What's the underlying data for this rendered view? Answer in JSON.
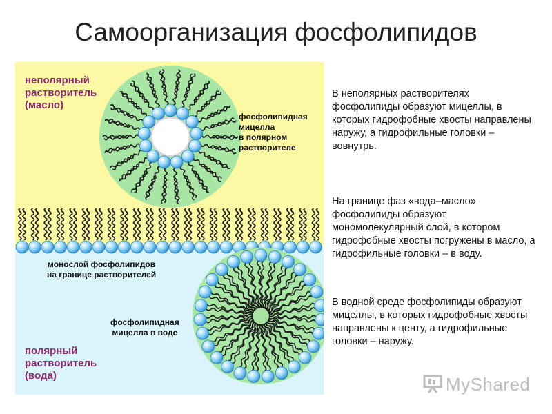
{
  "title": "Самоорганизация фосфолипидов",
  "figure": {
    "oil_label": "неполярный\nрастворитель\n(масло)",
    "water_label": "полярный\nрастворитель\n(вода)",
    "micelle_polar_label": "фосфолипидная\nмицелла\nв полярном\nрастворителе",
    "monolayer_label": "монослой фосфолипидов\nна границе растворителей",
    "micelle_water_label": "фосфолипидная\nмицелла в воде",
    "colors": {
      "oil": "#fcf8a4",
      "water": "#d9f4fa",
      "micelle_fill": "#a9e6a5",
      "head": "#5cb8f0",
      "tail": "#1b1b1b"
    }
  },
  "paragraphs": [
    "В неполярных растворителях фосфолипиды образуют мицеллы, в которых гидрофобные хвосты направлены наружу, а гидрофильные головки – вовнутрь.",
    "На границе фаз «вода–масло» фосфолипиды образуют мономолекулярный слой, в котором гидрофобные хвосты погружены в масло, а гидрофильные головки – в воду.",
    "В водной среде фосфолипиды образуют мицеллы, в которых гидрофобные хвосты направлены к центу, а гидрофильные головки – наружу."
  ],
  "logo": {
    "text": "MyShared",
    "icon": "presentation-board-icon"
  }
}
